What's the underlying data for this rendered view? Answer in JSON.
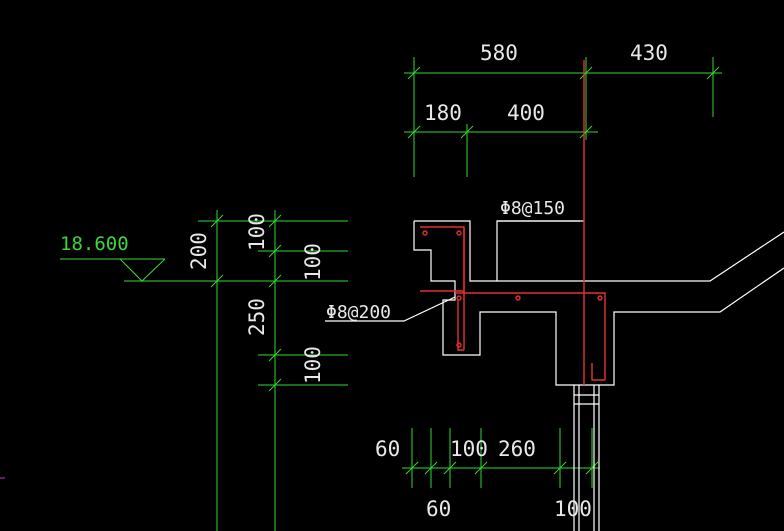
{
  "drawing": {
    "colors": {
      "background": "#000000",
      "dimension": "#33d633",
      "outline": "#ffffff",
      "rebar": "#e53030",
      "level": "#3fd43f",
      "text": "#e8e8e8",
      "edge_mark": "#c040c0"
    },
    "top_dims": {
      "d580": "580",
      "d430": "430",
      "d180": "180",
      "d400": "400"
    },
    "left_dims": {
      "d200": "200",
      "d100a": "100",
      "d100b": "100",
      "d250": "250",
      "d100c": "100"
    },
    "bottom_dims": {
      "d60a": "60",
      "d100a": "100",
      "d260": "260",
      "d60b": "60",
      "d100b": "100"
    },
    "rebar_labels": {
      "top": "Φ8@150",
      "left": "Φ8@200"
    },
    "elevation": "18.600"
  }
}
